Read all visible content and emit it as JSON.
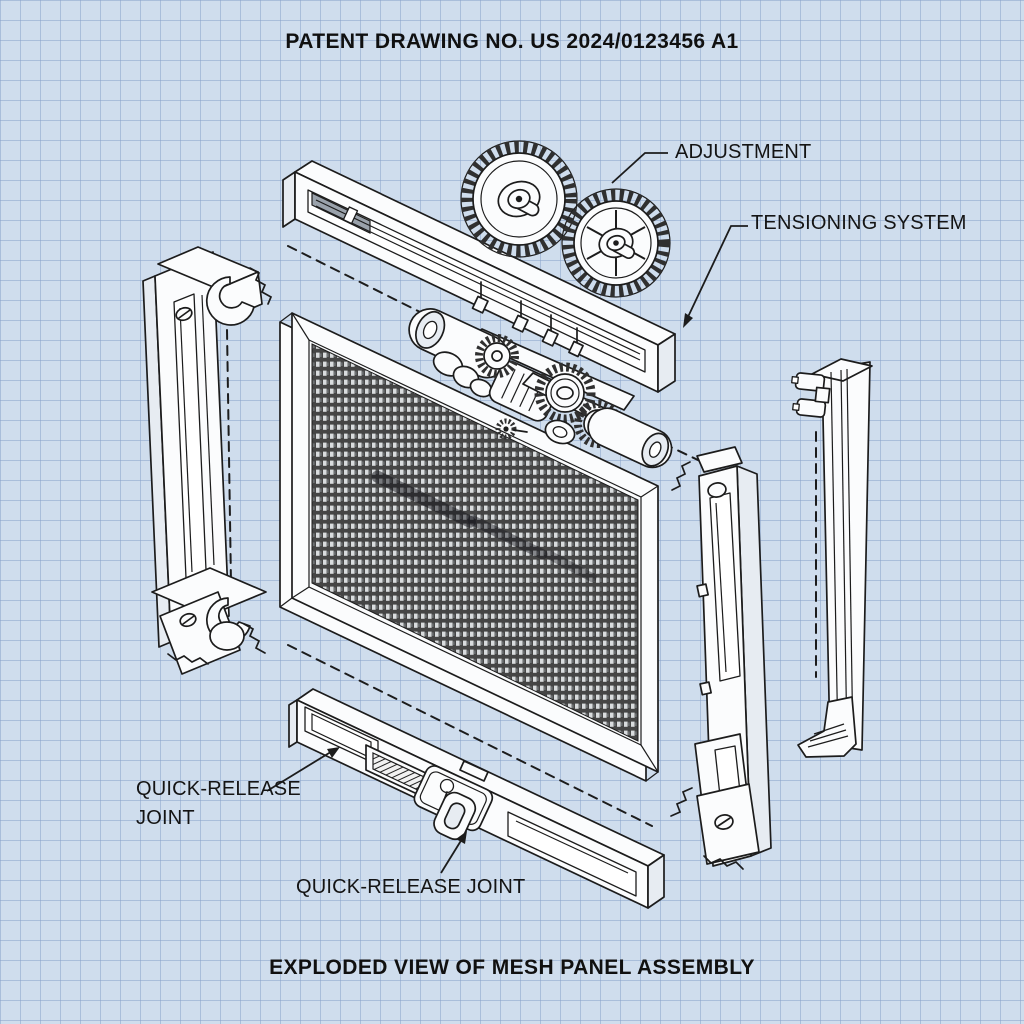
{
  "drawing": {
    "title": "PATENT DRAWING NO. US 2024/0123456 A1",
    "caption": "EXPLODED VIEW OF MESH PANEL ASSEMBLY",
    "labels": {
      "adjustment": "ADJUSTMENT",
      "tensioning_system": "TENSIONING SYSTEM",
      "quick_release_left_line1": "QUICK-RELEASE",
      "quick_release_left_line2": "JOINT",
      "quick_release_bottom": "QUICK-RELEASE JOINT"
    },
    "colors": {
      "background": "#cfdded",
      "grid_line": "#8aa3cb",
      "ink": "#1c1c1c",
      "paper": "#fbfcfd",
      "shade": "#e7ecf2",
      "mesh_dark": "#454545",
      "mesh_light": "#d9dcde"
    }
  }
}
